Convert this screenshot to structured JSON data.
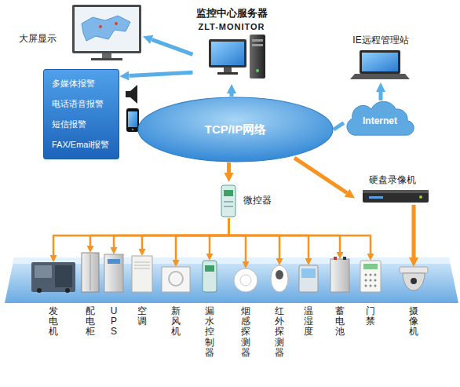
{
  "diagram": {
    "nodes": [
      {
        "text": [
          "监控中心服务器",
          "ZLT-MONITOR"
        ]
      },
      {
        "text": [
          "大屏显示"
        ]
      },
      {
        "text": [
          "IE远程管理站"
        ]
      },
      {
        "text": [
          "多媒体报警",
          "电话语音报警",
          "短信报警",
          "FAX/Email报警"
        ]
      },
      {
        "text": [
          "TCP/IP网络"
        ]
      },
      {
        "text": [
          "Internet"
        ]
      },
      {
        "text": [
          "微控器"
        ]
      },
      {
        "text": [
          "硬盘录像机"
        ]
      },
      {
        "text": [
          "发电机"
        ]
      },
      {
        "text": [
          "配电柜"
        ]
      },
      {
        "text": [
          "UPS"
        ]
      },
      {
        "text": [
          "空调"
        ]
      },
      {
        "text": [
          "新风机"
        ]
      },
      {
        "text": [
          "漏水控制器"
        ]
      },
      {
        "text": [
          "烟感探测器"
        ]
      },
      {
        "text": [
          "红外探测器"
        ]
      },
      {
        "text": [
          "温湿度"
        ]
      },
      {
        "text": [
          "蓄电池"
        ]
      },
      {
        "text": [
          "门禁"
        ]
      },
      {
        "text": [
          "摄像机"
        ]
      }
    ],
    "edges": [
      {
        "from": 4,
        "to": 0,
        "arrow": "to"
      },
      {
        "from": 0,
        "to": 1,
        "arrow": "to"
      },
      {
        "from": 0,
        "to": 3,
        "arrow": "to"
      },
      {
        "from": 4,
        "to": 5,
        "arrow": "none"
      },
      {
        "from": 5,
        "to": 2,
        "arrow": "to"
      },
      {
        "from": 4,
        "to": 6,
        "arrow": "to"
      },
      {
        "from": 4,
        "to": 7,
        "arrow": "to"
      },
      {
        "from": 6,
        "to": 8,
        "arrow": "to"
      },
      {
        "from": 6,
        "to": 9,
        "arrow": "to"
      },
      {
        "from": 6,
        "to": 10,
        "arrow": "to"
      },
      {
        "from": 6,
        "to": 11,
        "arrow": "to"
      },
      {
        "from": 6,
        "to": 12,
        "arrow": "to"
      },
      {
        "from": 6,
        "to": 13,
        "arrow": "to"
      },
      {
        "from": 6,
        "to": 14,
        "arrow": "to"
      },
      {
        "from": 6,
        "to": 15,
        "arrow": "to"
      },
      {
        "from": 6,
        "to": 16,
        "arrow": "to"
      },
      {
        "from": 6,
        "to": 17,
        "arrow": "to"
      },
      {
        "from": 6,
        "to": 18,
        "arrow": "to"
      },
      {
        "from": 7,
        "to": 19,
        "arrow": "to"
      }
    ]
  }
}
